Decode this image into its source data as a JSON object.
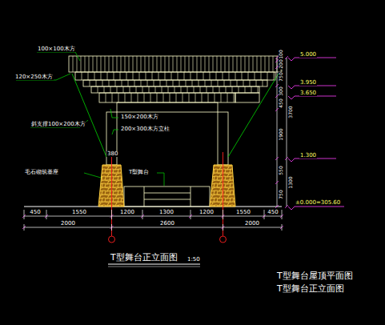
{
  "diagram": {
    "title": "T型舞台正立面图",
    "labels": [
      "100×100木方",
      "120×250木方",
      "150×200木方",
      "200×300木方立柱",
      "斜支撑100×200木方",
      "380",
      "毛石砌筑基座",
      "T型舞台",
      "5.000",
      "3.950",
      "3.650",
      "1.300",
      "±0.000=305.60",
      "450",
      "1550",
      "1200",
      "1300",
      "1200",
      "1550",
      "450",
      "2000",
      "2600",
      "2000",
      "100",
      "200",
      "750",
      "300",
      "450",
      "1900",
      "550",
      "750",
      "3700",
      "1300",
      "1:50",
      "T型舞台屋顶平面图",
      "T型舞台正立面图"
    ]
  }
}
